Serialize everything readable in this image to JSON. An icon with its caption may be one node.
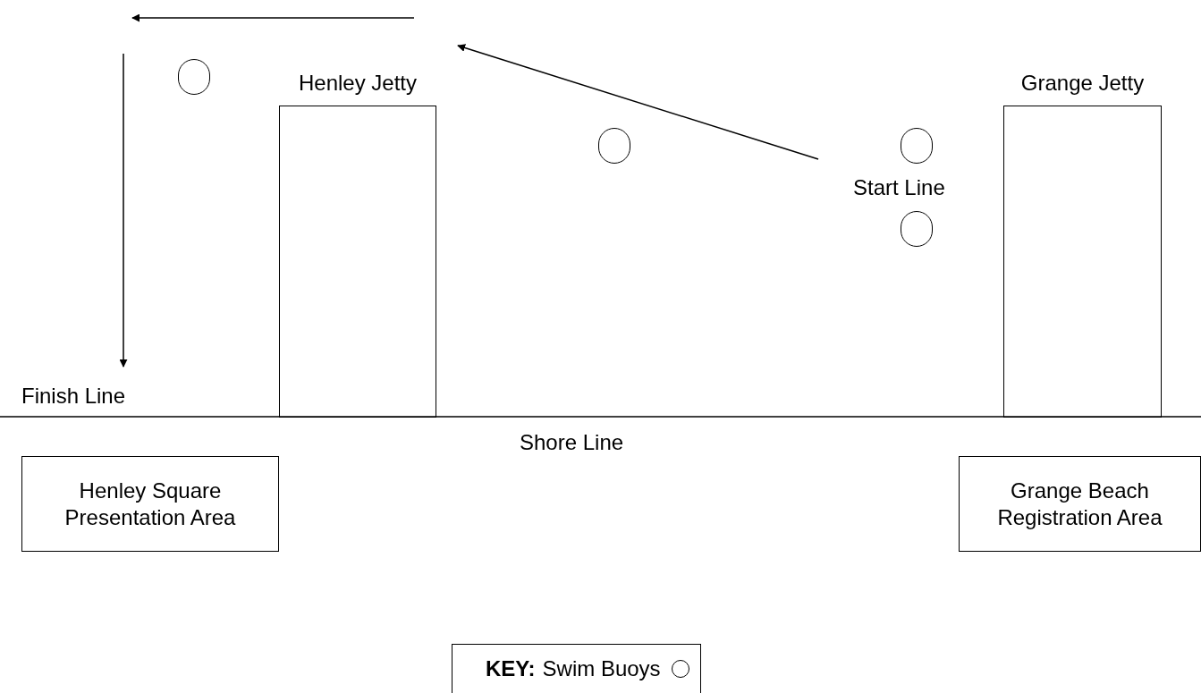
{
  "diagram": {
    "nodes": [
      {
        "text": [
          "Henley Jetty"
        ]
      },
      {
        "text": [
          "Grange Jetty"
        ]
      },
      {
        "text": [
          "Henley Square Presentation Area"
        ]
      },
      {
        "text": [
          "Grange Beach Registration Area"
        ]
      },
      {
        "text": [],
        "shape": "circle"
      },
      {
        "text": [],
        "shape": "circle"
      },
      {
        "text": [],
        "shape": "circle"
      },
      {
        "text": [],
        "shape": "circle"
      }
    ],
    "edges": [],
    "labels": [
      "Start Line",
      "Finish Line",
      "Shore Line",
      "KEY:"
    ],
    "legend": [
      {
        "text": "Swim Buoys"
      }
    ]
  }
}
